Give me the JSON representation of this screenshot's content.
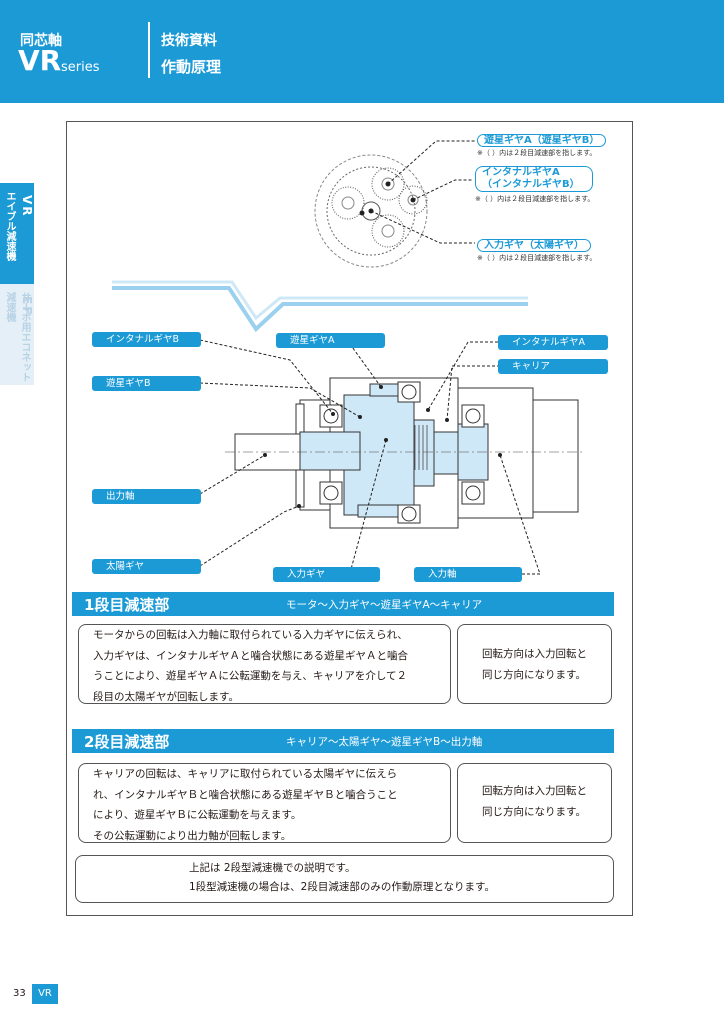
{
  "header": {
    "category_small": "同芯軸",
    "series_code": "VR",
    "series_suffix": "series",
    "section_category": "技術資料",
    "section_title": "作動原理"
  },
  "side_tabs": [
    {
      "code": "VR",
      "name": "エイブル減速機"
    },
    {
      "code": "EF",
      "name": "サーボ用エコネット減速機"
    }
  ],
  "planetary_callouts": [
    {
      "title": "遊星ギヤA（遊星ギヤB）",
      "note": "※（ ）内は２段目減速部を指します。"
    },
    {
      "title": "インタナルギヤA\n（インタナルギヤB）",
      "note": "※（ ）内は２段目減速部を指します。"
    },
    {
      "title": "入力ギヤ（太陽ギヤ）",
      "note": "※（ ）内は２段目減速部を指します。"
    }
  ],
  "cross_section_labels": {
    "internal_gear_b": "インタナルギヤB",
    "planet_gear_a": "遊星ギヤA",
    "internal_gear_a": "インタナルギヤA",
    "carrier": "キャリア",
    "planet_gear_b": "遊星ギヤB",
    "output_shaft": "出力軸",
    "sun_gear": "太陽ギヤ",
    "input_gear": "入力ギヤ",
    "input_shaft": "入力軸"
  },
  "stage1": {
    "title": "1段目減速部",
    "subtitle": "モータ～入力ギヤ～遊星ギヤA～キャリア",
    "body": "モータからの回転は入力軸に取付られている入力ギヤに伝えられ、\n入力ギヤは、インタナルギヤＡと噛合状態にある遊星ギヤＡと噛合\nうことにより、遊星ギヤＡに公転運動を与え、キャリアを介して２\n段目の太陽ギヤが回転します。",
    "direction": "回転方向は入力回転と\n同じ方向になります。"
  },
  "stage2": {
    "title": "2段目減速部",
    "subtitle": "キャリア～太陽ギヤ～遊星ギヤB～出力軸",
    "body": "キャリアの回転は、キャリアに取付られている太陽ギヤに伝えら\nれ、インタナルギヤＢと噛合状態にある遊星ギヤＢと噛合うこと\nにより、遊星ギヤＢに公転運動を与えます。\nその公転運動により出力軸が回転します。",
    "direction": "回転方向は入力回転と\n同じ方向になります。"
  },
  "footnote": {
    "line1": "上記は 2段型減速機での説明です。",
    "line2": "1段型減速機の場合は、2段目減速部のみの作動原理となります。"
  },
  "footer": {
    "page_number": "33",
    "tag": "VR"
  },
  "colors": {
    "brand_blue": "#1b9ad6",
    "light_blue": "#cfe8f7",
    "text": "#231815"
  }
}
